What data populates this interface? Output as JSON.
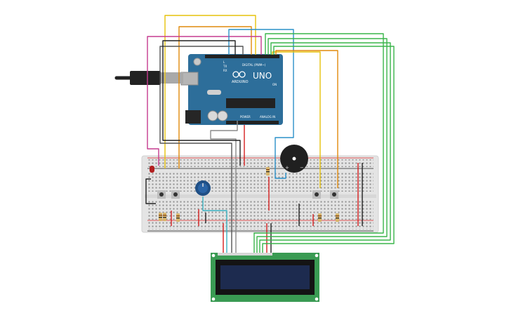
{
  "arduino": {
    "brand": "UNO",
    "model": "ARDUINO",
    "digital_label": "DIGITAL (PWM~)",
    "power_label": "POWER",
    "analog_label": "ANALOG IN",
    "tx_label": "TX",
    "rx_label": "RX",
    "l_label": "L",
    "on_label": "ON"
  },
  "buzzer": {
    "plus": "+",
    "minus": "−"
  },
  "colors": {
    "board": "#2d6e9a",
    "breadboard": "#e4e4e4",
    "lcd_pcb": "#3a9b53",
    "lcd_screen": "#1d2b4f",
    "wire_yellow": "#e6c20a",
    "wire_orange": "#e08a0b",
    "wire_magenta": "#c53b8f",
    "wire_blue": "#2a90c9",
    "wire_green": "#3ab54a",
    "wire_gray": "#8a8a8a",
    "wire_black": "#222222",
    "wire_red": "#d62020",
    "wire_teal": "#3ab2c2"
  }
}
